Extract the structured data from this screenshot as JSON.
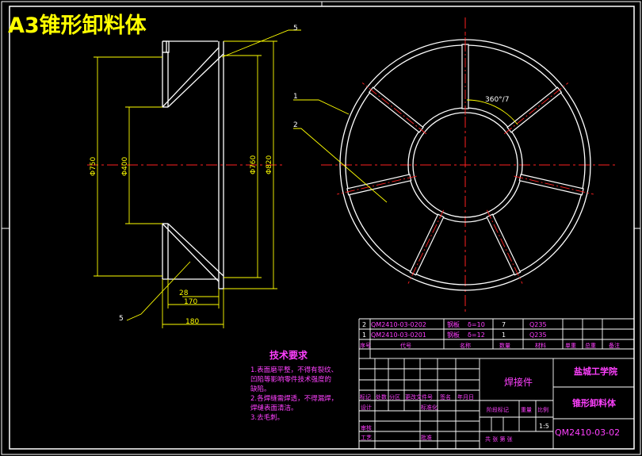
{
  "header": {
    "title": "A3锥形卸料体"
  },
  "side_view": {
    "part_callout": "5",
    "dimensions": {
      "d750": "Φ750",
      "d400": "Φ400",
      "d760": "Φ760",
      "d820": "Φ820",
      "w28": "28",
      "w170": "170",
      "w180": "180"
    }
  },
  "front_view": {
    "callout_1": "1",
    "callout_2": "2",
    "angle_label": "360°/7",
    "rib_count": 7
  },
  "notes": {
    "title": "技术要求",
    "lines": [
      "1.表面磨平整，不得有裂纹、",
      "凹陷等影响零件技术强度的",
      "缺陷。",
      "2.各焊缝需焊透，不得漏焊，",
      "焊缝表面清洁。",
      "3.去毛刺。"
    ]
  },
  "parts_list": {
    "rows": [
      {
        "no": "2",
        "code": "QM2410-03-0202",
        "name": "钢板",
        "spec": "δ=10",
        "qty": "7",
        "material": "Q235"
      },
      {
        "no": "1",
        "code": "QM2410-03-0201",
        "name": "钢板",
        "spec": "δ=12",
        "qty": "1",
        "material": "Q235"
      }
    ],
    "headers": [
      "序号",
      "代号",
      "名称",
      "数量",
      "材料",
      "单重",
      "总重",
      "备注"
    ]
  },
  "title_block": {
    "weld_part": "焊接件",
    "school": "盐城工学院",
    "drawing_name": "锥形卸料体",
    "drawing_no": "QM2410-03-02",
    "scale": "1:5",
    "labels": {
      "mark": "标记",
      "count": "处数",
      "zone": "分区",
      "change_doc": "更改文件号",
      "sign": "签名",
      "date": "年月日",
      "design": "设计",
      "standardize": "标准化",
      "review": "审核",
      "process": "工艺",
      "approve": "批准",
      "stage": "阶段标记",
      "weight": "重量",
      "ratio": "比例",
      "total_sheets": "共 张 第 张"
    }
  }
}
